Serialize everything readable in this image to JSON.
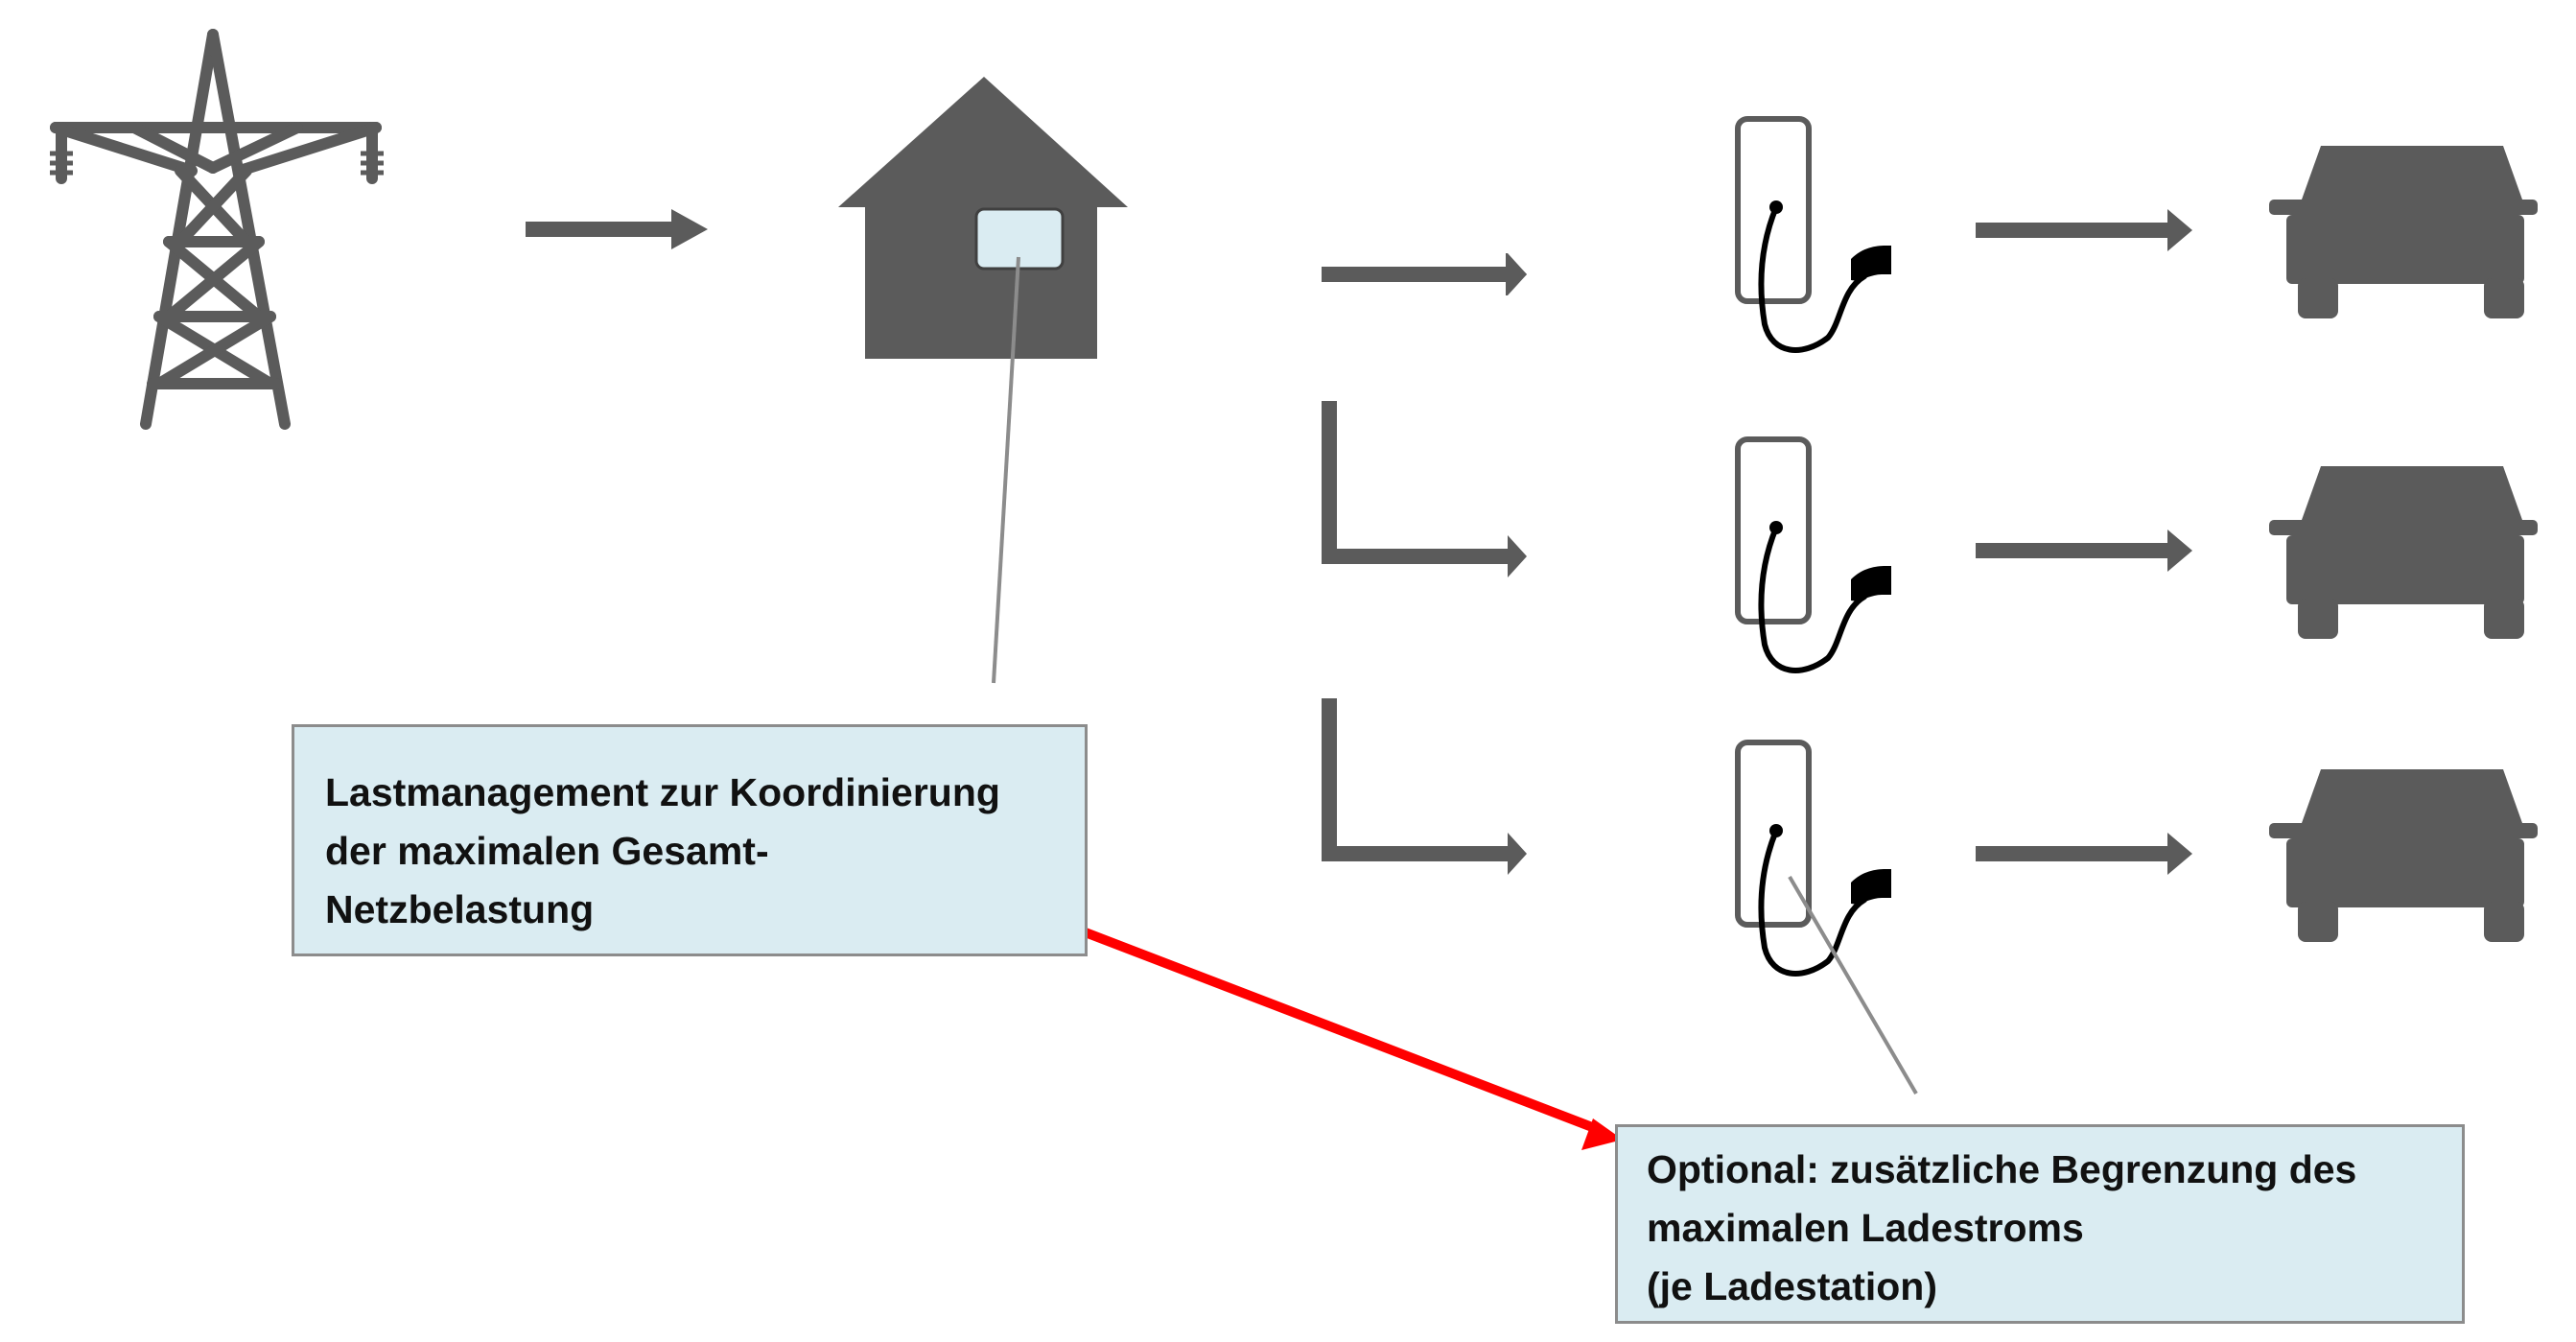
{
  "colors": {
    "icon": "#5b5b5b",
    "cable": "#000000",
    "callout_fill": "#daecf2",
    "callout_border": "#8c8c8c",
    "highlight_arrow": "#ff0000",
    "meter_fill": "#daecf2"
  },
  "icons": {
    "grid": "power-pylon-icon",
    "house": "house-with-meter-icon",
    "charger": "wallbox-charging-station-icon",
    "vehicle": "car-front-icon"
  },
  "callouts": {
    "lastmanagement": {
      "lines": [
        "Lastmanagement zur Koordinierung",
        "der maximalen Gesamt-",
        "Netzbelastung"
      ]
    },
    "optional": {
      "lines": [
        "Optional: zusätzliche Begrenzung des",
        "maximalen Ladestroms",
        "(je Ladestation)"
      ]
    }
  }
}
